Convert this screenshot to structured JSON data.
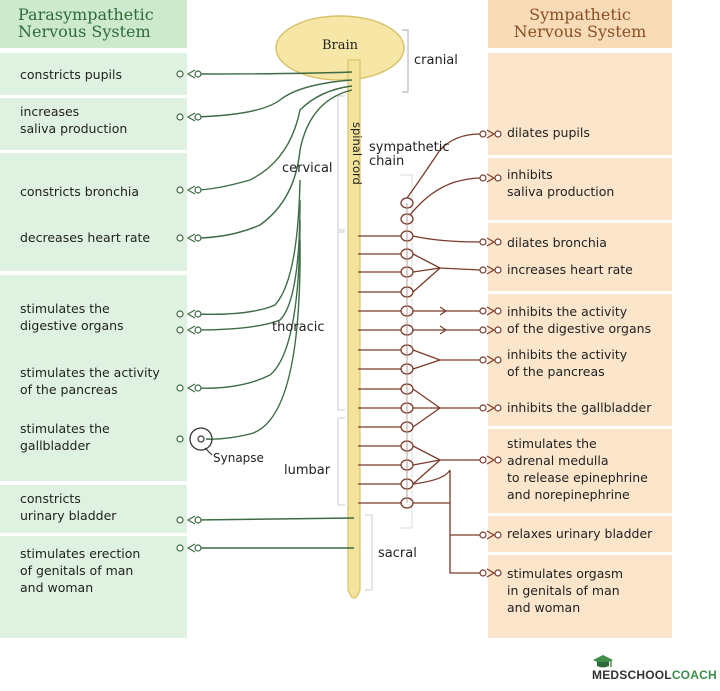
{
  "headers": {
    "parasympathetic": "Parasympathetic\nNervous System",
    "sympathetic": "Sympathetic\nNervous System"
  },
  "labels": {
    "brain": "Brain",
    "cranial": "cranial",
    "cervical": "cervical",
    "thoracic": "thoracic",
    "lumbar": "lumbar",
    "sacral": "sacral",
    "spinal_cord": "spinal cord",
    "sympathetic_chain": "sympathetic\nchain",
    "synapse": "Synapse"
  },
  "parasympathetic_effects": [
    "constricts pupils",
    "increases\nsaliva production",
    "constricts bronchia",
    "decreases heart rate",
    "stimulates the\ndigestive organs",
    "stimulates the activity\nof the pancreas",
    "stimulates the\ngallbladder",
    "constricts\nurinary bladder",
    "stimulates erection\nof genitals of man\nand woman"
  ],
  "sympathetic_effects": [
    "dilates pupils",
    "inhibits\nsaliva production",
    "dilates bronchia",
    "increases heart rate",
    "inhibits the activity\nof the digestive organs",
    "inhibits the activity\nof the pancreas",
    "inhibits the gallbladder",
    "stimulates the\nadrenal medulla\nto release epinephrine\nand norepinephrine",
    "relaxes urinary bladder",
    "stimulates orgasm\nin genitals of man\nand woman"
  ],
  "logo": {
    "med": "MEDSCHOOL",
    "coach": "COACH"
  },
  "colors": {
    "para_header": "#cdeacf",
    "para_box": "#dff2e1",
    "symp_header": "#f8dcb8",
    "symp_box": "#fbe6cc",
    "brain": "#f7e7a6",
    "spinal_cord": "#f4e39a",
    "para_nerve": "#3d6b45",
    "symp_nerve": "#7a3a2a"
  }
}
